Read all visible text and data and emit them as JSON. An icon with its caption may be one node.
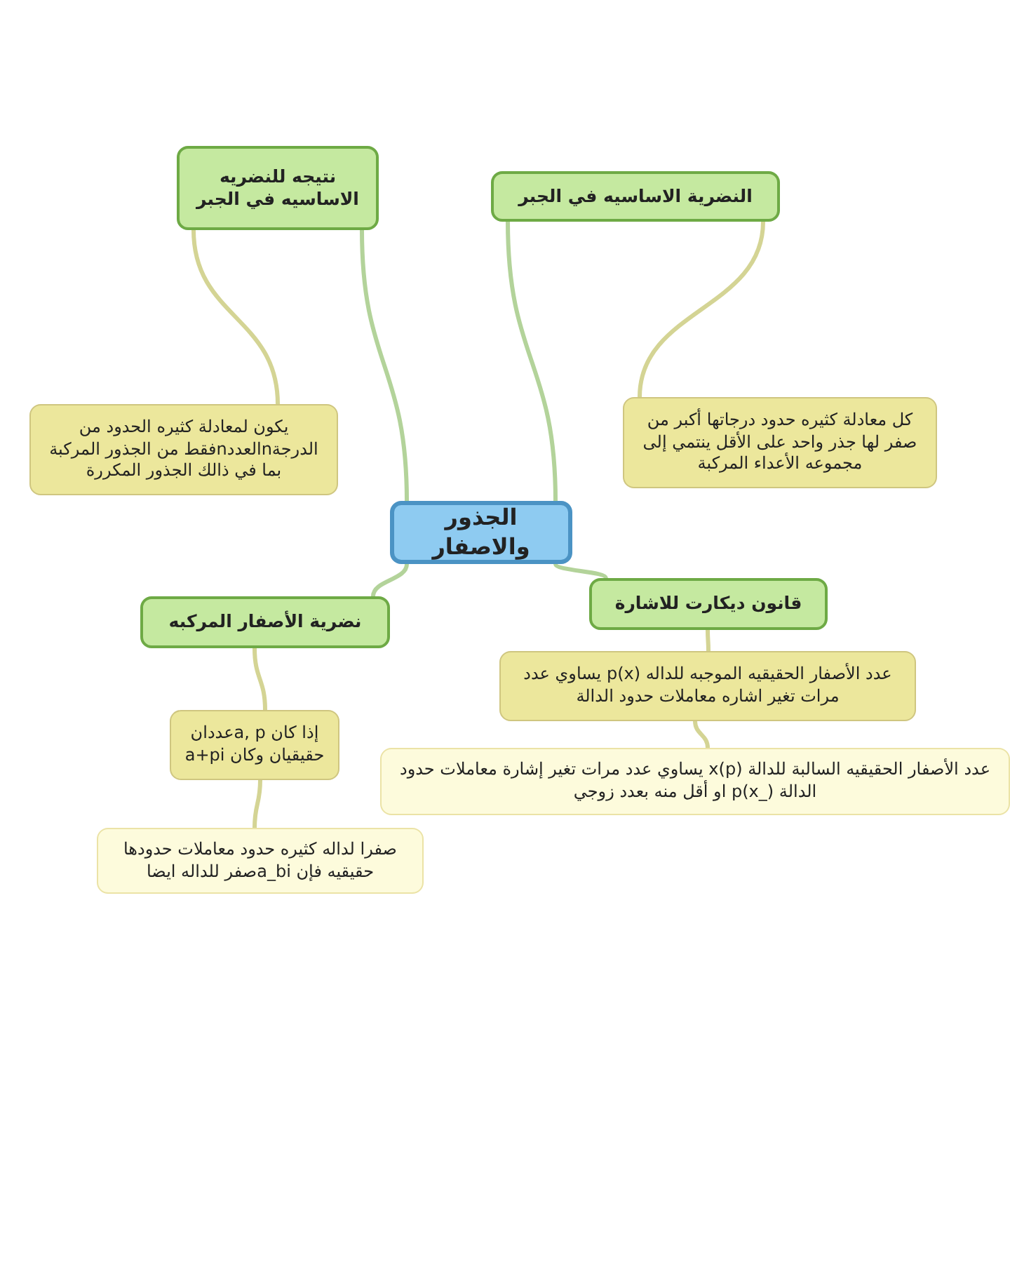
{
  "diagram": {
    "nodes": [
      {
        "text": [
          "الجذور والاصفار"
        ]
      },
      {
        "text": [
          "نتيجه للنضريه الاساسيه في الجبر"
        ]
      },
      {
        "text": [
          "النضرية الاساسيه في الجبر"
        ]
      },
      {
        "text": [
          "يكون لمعادلة كثيره الحدود من الدرجةnالعددnفقط من الجذور المركبة بما في ذالك الجذور المكررة"
        ]
      },
      {
        "text": [
          "كل معادلة كثيره حدود درجاتها أكبر من صفر لها جذر واحد على الأقل ينتمي إلى مجموعه الأعداء المركبة"
        ]
      },
      {
        "text": [
          "نضرية الأصفار المركبه"
        ]
      },
      {
        "text": [
          "قانون ديكارت للاشارة"
        ]
      },
      {
        "text": [
          "عدد الأصفار الحقيقيه الموجبه للداله p(x) يساوي عدد مرات تغير اشاره معاملات حدود الدالة"
        ]
      },
      {
        "text": [
          "عدد الأصفار الحقيقيه السالبة للدالة x(p) يساوي عدد مرات تغير إشارة معاملات حدود الدالة p(x_) او أقل منه بعدد زوجي"
        ]
      },
      {
        "text": [
          "إذا كان a, pعددان حقيقيان وكان a+pi"
        ]
      },
      {
        "text": [
          "صفرا لداله كثيره حدود معاملات حدودها حقيقيه فإن a_biصفر للداله ايضا"
        ]
      }
    ],
    "edges": [
      {
        "from": 0,
        "to": 1,
        "arrow": "none",
        "color": "#b3d39a"
      },
      {
        "from": 0,
        "to": 2,
        "arrow": "none",
        "color": "#b3d39a"
      },
      {
        "from": 1,
        "to": 3,
        "arrow": "none"
      },
      {
        "from": 2,
        "to": 4,
        "arrow": "none"
      },
      {
        "from": 0,
        "to": 5,
        "arrow": "none",
        "color": "#b3d39a"
      },
      {
        "from": 0,
        "to": 6,
        "arrow": "none",
        "color": "#b3d39a"
      },
      {
        "from": 6,
        "to": 7,
        "arrow": "none"
      },
      {
        "from": 7,
        "to": 8,
        "arrow": "none"
      },
      {
        "from": 5,
        "to": 9,
        "arrow": "none"
      },
      {
        "from": 9,
        "to": 10,
        "arrow": "none"
      }
    ]
  }
}
